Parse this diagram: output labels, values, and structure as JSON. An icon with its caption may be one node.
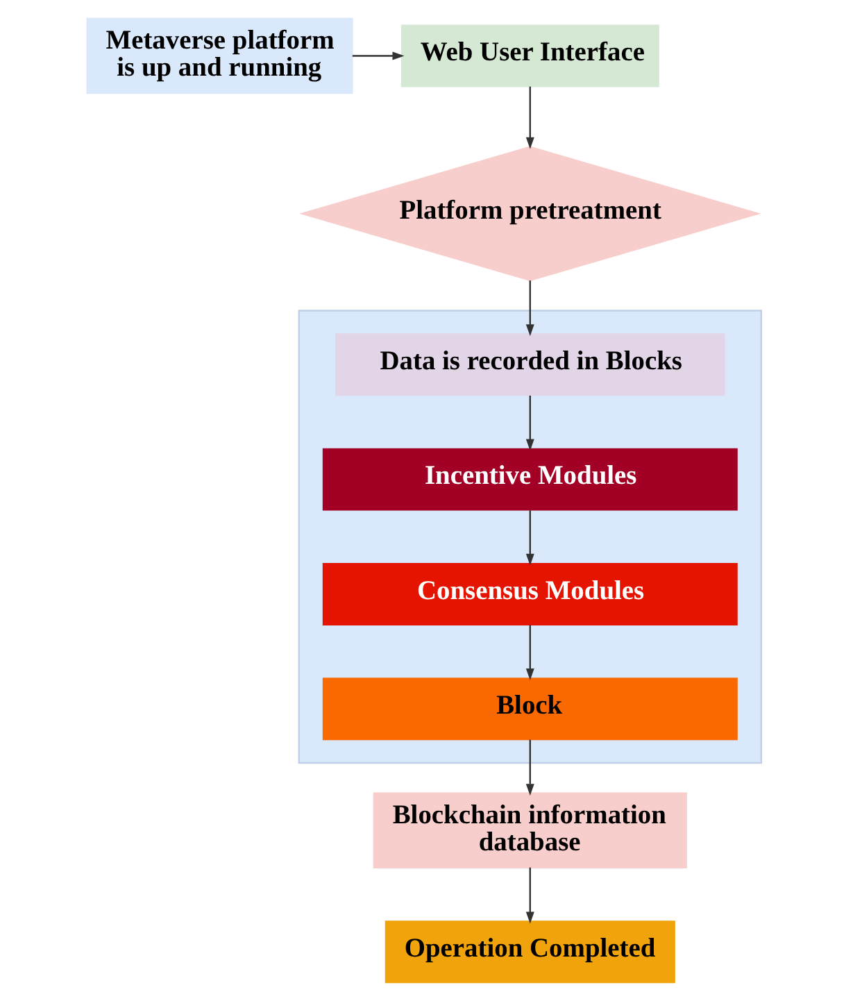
{
  "diagram": {
    "nodes": [
      {
        "text": [
          "Metaverse platform is up and running"
        ]
      },
      {
        "text": [
          "Web User Interface"
        ]
      },
      {
        "text": [
          "Platform pretreatment"
        ]
      },
      {
        "text": [],
        "shape": "box"
      },
      {
        "text": [
          "Data is recorded in Blocks"
        ],
        "in": 3
      },
      {
        "text": [
          "Incentive Modules"
        ],
        "in": 3
      },
      {
        "text": [
          "Consensus Modules"
        ],
        "in": 3
      },
      {
        "text": [
          "Block"
        ],
        "in": 3
      },
      {
        "text": [
          "Blockchain information database"
        ]
      },
      {
        "text": [
          "Operation Completed"
        ]
      }
    ],
    "edges": [
      {
        "from": 0,
        "to": 1,
        "arrow": "to"
      },
      {
        "from": 1,
        "to": 2,
        "arrow": "to"
      },
      {
        "from": 2,
        "to": 4,
        "arrow": "to"
      },
      {
        "from": 4,
        "to": 5,
        "arrow": "to"
      },
      {
        "from": 5,
        "to": 6,
        "arrow": "to"
      },
      {
        "from": 6,
        "to": 7,
        "arrow": "to"
      },
      {
        "from": 7,
        "to": 8,
        "arrow": "to"
      },
      {
        "from": 8,
        "to": 9,
        "arrow": "to"
      }
    ]
  }
}
